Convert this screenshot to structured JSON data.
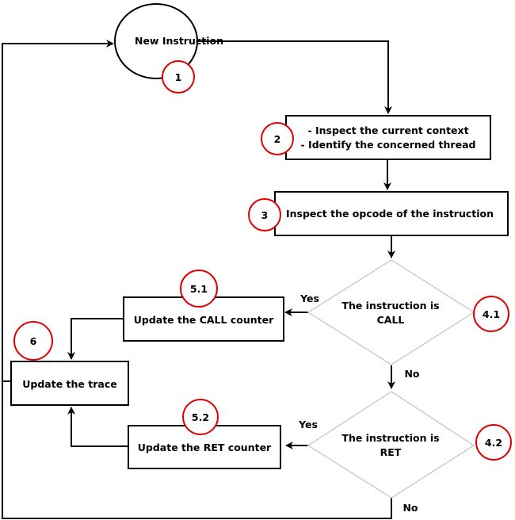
{
  "nodes": {
    "new_instruction": "New Instruction",
    "inspect_context_line1": "- Inspect the current context",
    "inspect_context_line2": "- Identify the concerned thread",
    "inspect_opcode": "Inspect the opcode of the instruction",
    "is_call_line1": "The instruction is",
    "is_call_line2": "CALL",
    "is_ret_line1": "The instruction is",
    "is_ret_line2": "RET",
    "update_call": "Update the CALL counter",
    "update_ret": "Update the RET counter",
    "update_trace": "Update the trace"
  },
  "badges": {
    "b1": "1",
    "b2": "2",
    "b3": "3",
    "b41": "4.1",
    "b42": "4.2",
    "b51": "5.1",
    "b52": "5.2",
    "b6": "6"
  },
  "edge_labels": {
    "yes_call": "Yes",
    "no_call": "No",
    "yes_ret": "Yes",
    "no_ret": "No"
  },
  "colors": {
    "badge_stroke": "#e00000",
    "diamond_stroke": "#cccccc",
    "line": "#000000"
  }
}
